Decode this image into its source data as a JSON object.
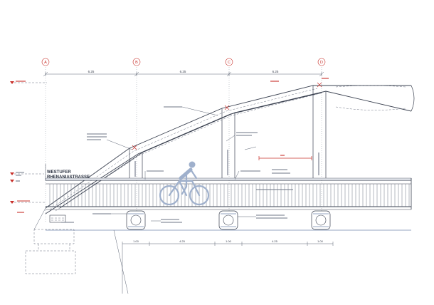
{
  "grid": {
    "markers": [
      "A",
      "B",
      "C",
      "D"
    ]
  },
  "labels": {
    "bank_line1": "WESTUFER",
    "bank_line2": "RHENANIASTRASSE"
  },
  "dimensions": {
    "top": [
      "6.25",
      "6.25",
      "6.25"
    ],
    "bottom": [
      "1.00",
      "4.25",
      "1.00",
      "4.25",
      "1.00"
    ]
  },
  "colors": {
    "ink": "#3a4150",
    "accent_red": "#c8302a",
    "accent_blue": "#2e4a86",
    "cyclist": "#9fb0cc"
  }
}
